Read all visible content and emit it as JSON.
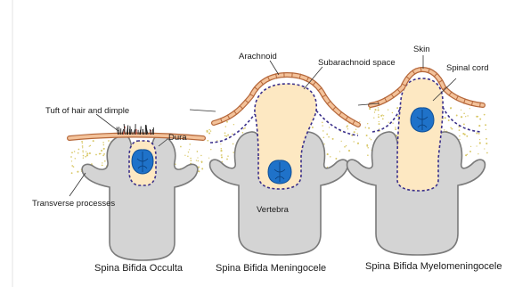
{
  "panels": [
    {
      "caption": "Spina Bifida Occulta"
    },
    {
      "caption": "Spina Bifida Meningocele"
    },
    {
      "caption": "Spina Bifida Myelomeningocele"
    }
  ],
  "labels": {
    "tuft": "Tuft of hair and dimple",
    "dura": "Dura",
    "transverse": "Transverse processes",
    "arachnoid": "Arachnoid",
    "subarachnoid": "Subarachnoid space",
    "vertebra": "Vertebra",
    "skin": "Skin",
    "spinal_cord": "Spinal cord"
  },
  "colors": {
    "bone": "#d4d4d4",
    "csf": "#fde8c2",
    "skin": "#b5673a",
    "cord": "#1f72c9",
    "dura": "#3a2f8a"
  }
}
